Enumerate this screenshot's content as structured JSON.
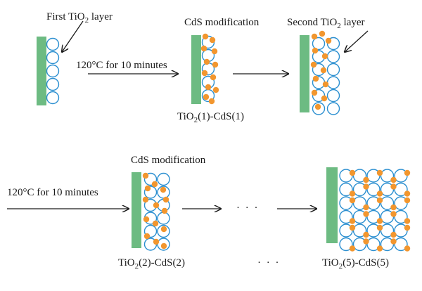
{
  "labels": {
    "first_layer": "First TiO",
    "first_layer_tail": " layer",
    "cds_mod_1": "CdS modification",
    "second_layer": "Second TiO",
    "second_layer_tail": " layer",
    "condition_1": "120°C for 10 minutes",
    "product_1a": "TiO",
    "product_1b": "(1)-CdS(1)",
    "cds_mod_2": "CdS modification",
    "condition_2": "120°C for 10 minutes",
    "product_2a": "TiO",
    "product_2b": "(2)-CdS(2)",
    "product_5a": "TiO",
    "product_5b": "(5)-CdS(5)",
    "subscript_2": "2",
    "ellipsis": "· · ·"
  },
  "colors": {
    "substrate": "#6dbb82",
    "tio2_circle": "#2b8fd0",
    "cds_dot": "#f2962e",
    "arrow": "#1a1a1a"
  }
}
